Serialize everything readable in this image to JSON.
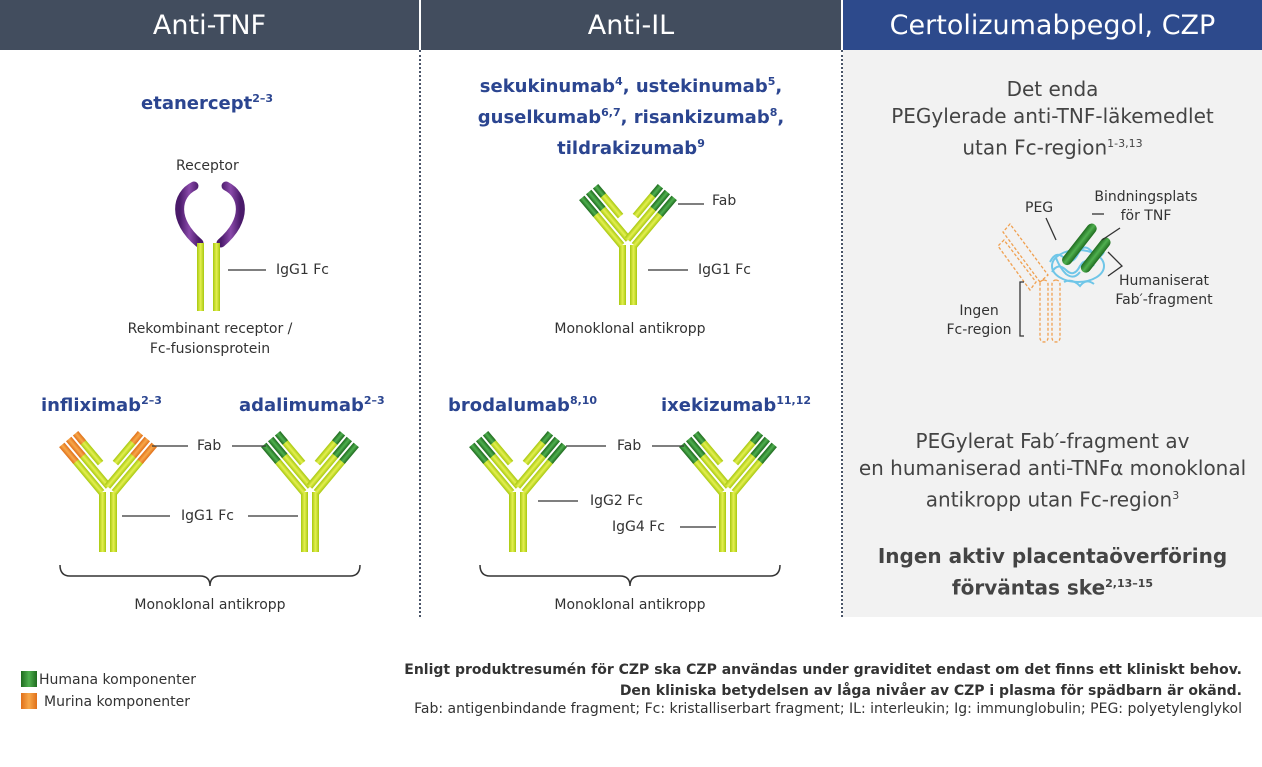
{
  "headers": {
    "anti_tnf": "Anti-TNF",
    "anti_il": "Anti-IL",
    "czp": "Certolizumabpegol, CZP"
  },
  "anti_tnf": {
    "etanercept": "etanercept",
    "etanercept_ref": "2–3",
    "receptor_label": "Receptor",
    "igg1fc_label": "IgG1 Fc",
    "fusion_caption_1": "Rekombinant receptor /",
    "fusion_caption_2": "Fc-fusionsprotein",
    "infliximab": "infliximab",
    "infliximab_ref": "2–3",
    "adalimumab": "adalimumab",
    "adalimumab_ref": "2–3",
    "fab_label": "Fab",
    "igg1fc_label_2": "IgG1 Fc",
    "mab_caption": "Monoklonal antikropp"
  },
  "anti_il": {
    "sekukinumab": "sekukinumab",
    "sekukinumab_ref": "4",
    "ustekinumab": "ustekinumab",
    "ustekinumab_ref": "5",
    "guselkumab": "guselkumab",
    "guselkumab_ref": "6,7",
    "risankizumab": "risankizumab",
    "risankizumab_ref": "8",
    "tildrakizumab": "tildrakizumab",
    "tildrakizumab_ref": "9",
    "comma": ",",
    "fab_label": "Fab",
    "igg1fc_label": "IgG1 Fc",
    "mab_caption": "Monoklonal antikropp",
    "brodalumab": "brodalumab",
    "brodalumab_ref": "8,10",
    "ixekizumab": "ixekizumab",
    "ixekizumab_ref": "11,12",
    "fab_label_2": "Fab",
    "igg2fc_label": "IgG2 Fc",
    "igg4fc_label": "IgG4 Fc",
    "mab_caption_2": "Monoklonal antikropp"
  },
  "czp": {
    "intro_1": "Det enda",
    "intro_2": "PEGylerade anti-TNF-läkemedlet",
    "intro_3": "utan Fc-region",
    "intro_ref": "1-3,13",
    "peg_label": "PEG",
    "binding_1": "Bindningsplats",
    "binding_2": "för TNF",
    "humanized_1": "Humaniserat",
    "humanized_2": "Fab′-fragment",
    "nofc_1": "Ingen",
    "nofc_2": "Fc-region",
    "desc_1": "PEGylerat Fab′-fragment av",
    "desc_2": "en humaniserad anti-TNFα monoklonal",
    "desc_3": "antikropp utan Fc-region",
    "desc_ref": "3",
    "placenta_1": "Ingen aktiv placentaöverföring",
    "placenta_2": "förväntas ske",
    "placenta_ref": "2,13–15"
  },
  "legend": {
    "human": "Humana komponenter",
    "murine": "Murina komponenter"
  },
  "footer": {
    "line1": "Enligt produktresumén för CZP ska CZP användas under graviditet endast om det finns ett kliniskt behov.",
    "line2": "Den kliniska betydelsen av låga nivåer av CZP i plasma för spädbarn är okänd.",
    "line3": "Fab: antigenbindande fragment; Fc: kristalliserbart fragment; IL: interleukin; Ig: immunglobulin; PEG: polyetylenglykol"
  },
  "colors": {
    "header": "#424d5e",
    "czp_header": "#2d4a8c",
    "drug": "#2b4590",
    "human_green": "#2e8b2e",
    "fc_yellow": "#c8e020",
    "murine_orange": "#f28a2a",
    "receptor_purple": "#6b2a8a",
    "peg_blue": "#6fc6e8"
  }
}
